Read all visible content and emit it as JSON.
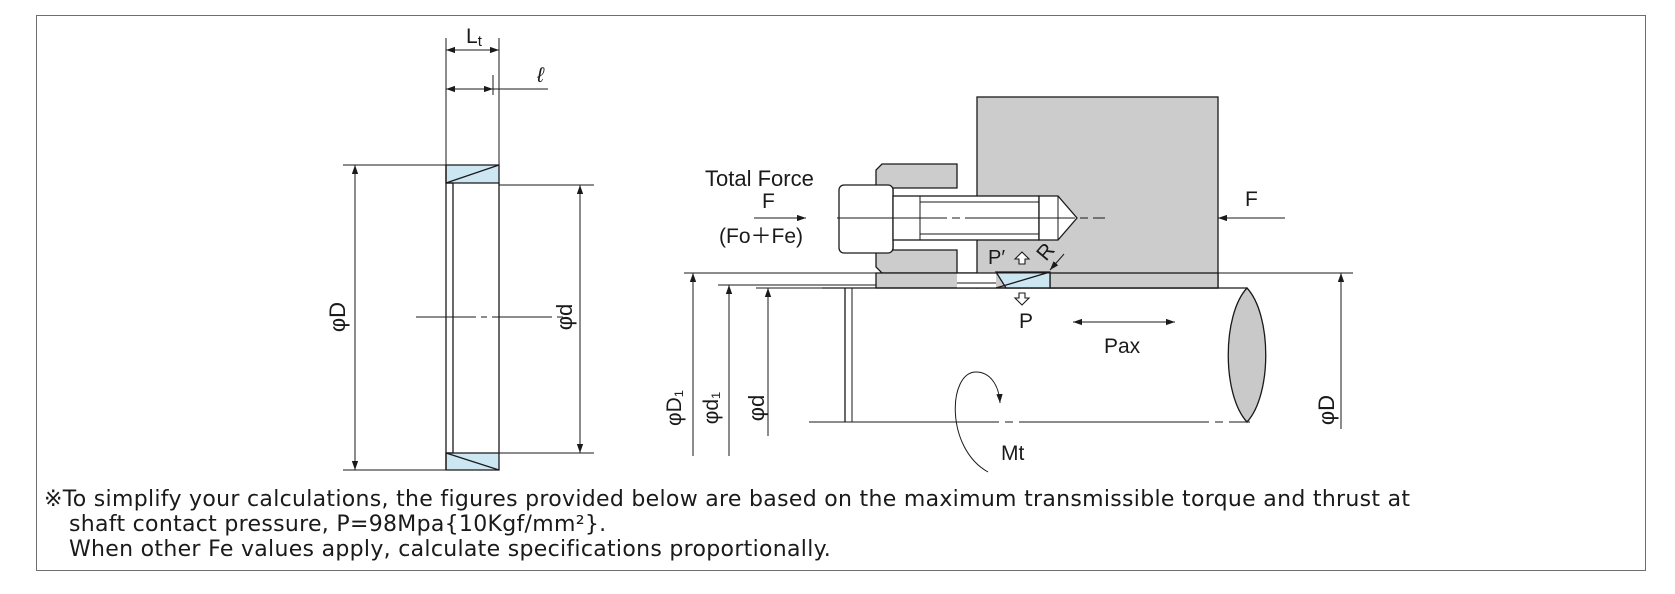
{
  "colors": {
    "line": "#1a1a1a",
    "housing_fill": "#cccccc",
    "taper_fill": "#cde7f2",
    "frame": "#6e6e6e"
  },
  "left_figure": {
    "width_label": "L",
    "width_label_sub": "t",
    "flange_label": "ℓ",
    "outer_diameter_label": "φD",
    "inner_diameter_label": "φd"
  },
  "right_figure": {
    "total_force_label": "Total Force",
    "force_label": "F",
    "force_components_label": "(Fo＋Fe)",
    "opposing_force_label": "F",
    "pressure_prime_label": "P′",
    "pressure_label": "P",
    "radius_label": "R",
    "axial_pressure_label": "Pax",
    "torque_label": "Mt",
    "d1_outer_label": "φD₁",
    "d1_inner_label": "φd₁",
    "d_label": "φd",
    "housing_d_label": "φD"
  },
  "note": {
    "line1": "※To simplify your calculations, the figures provided below are based on the maximum transmissible torque and thrust at",
    "line2": "shaft contact pressure, P=98Mpa{10Kgf/mm²}.",
    "line3": "When other Fe values apply, calculate specifications proportionally."
  }
}
